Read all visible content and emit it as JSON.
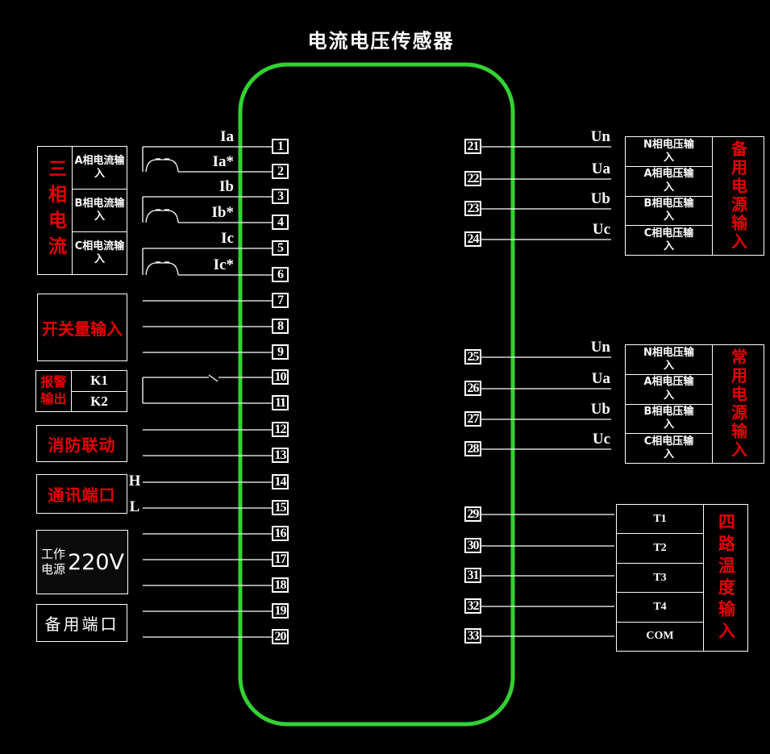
{
  "title": "电流电压传感器",
  "colors": {
    "red": "#e60000",
    "green": "#33d133",
    "wire": "#ffffff",
    "background": "#000000"
  },
  "left_panels": {
    "three_phase": {
      "label": "三相电流",
      "rows": [
        "A相电流输入",
        "B相电流输入",
        "C相电流输入"
      ]
    },
    "switch_input": {
      "label": "开关量输入"
    },
    "alarm_output": {
      "label": "报警输出",
      "rows": [
        "K1",
        "K2"
      ]
    },
    "fire_linkage": {
      "label": "消防联动"
    },
    "comm_port": {
      "label": "通讯端口",
      "h_label": "H",
      "l_label": "L"
    },
    "work_power": {
      "label": "工作电源",
      "value": "220V"
    },
    "spare_port": {
      "label": "备用端口"
    }
  },
  "right_panels": {
    "backup_power": {
      "label": "备用电源输入",
      "rows": [
        "N相电压输入",
        "A相电压输入",
        "B相电压输入",
        "C相电压输入"
      ]
    },
    "normal_power": {
      "label": "常用电源输入",
      "rows": [
        "N相电压输入",
        "A相电压输入",
        "B相电压输入",
        "C相电压输入"
      ]
    },
    "temperature": {
      "label": "四路温度输入",
      "rows": [
        "T1",
        "T2",
        "T3",
        "T4",
        "COM"
      ]
    }
  },
  "wire_labels": {
    "current": [
      "Ia",
      "Ia*",
      "Ib",
      "Ib*",
      "Ic",
      "Ic*"
    ],
    "voltage_backup": [
      "Un",
      "Ua",
      "Ub",
      "Uc"
    ],
    "voltage_normal": [
      "Un",
      "Ua",
      "Ub",
      "Uc"
    ]
  },
  "pins_left": [
    "1",
    "2",
    "3",
    "4",
    "5",
    "6",
    "7",
    "8",
    "9",
    "10",
    "11",
    "12",
    "13",
    "14",
    "15",
    "16",
    "17",
    "18",
    "19",
    "20"
  ],
  "pins_right": [
    "21",
    "22",
    "23",
    "24",
    "25",
    "26",
    "27",
    "28",
    "29",
    "30",
    "31",
    "32",
    "33"
  ]
}
